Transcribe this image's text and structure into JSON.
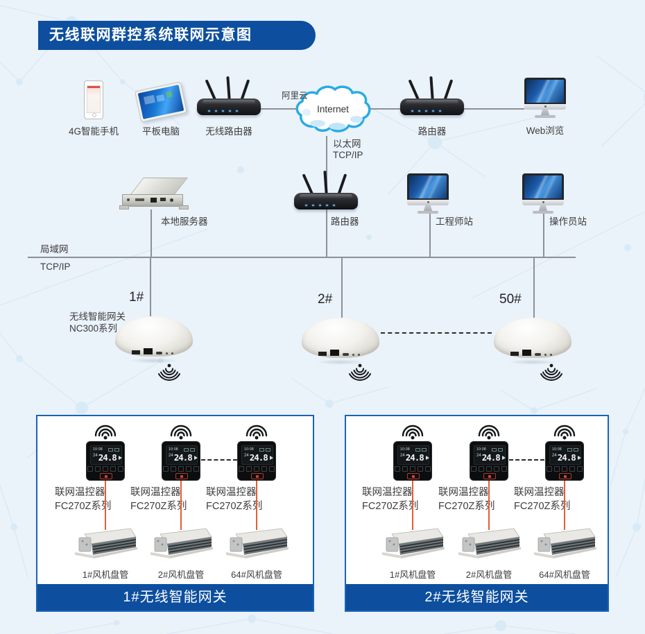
{
  "title": "无线联网群控系统联网示意图",
  "top": {
    "phone": "4G智能手机",
    "tablet": "平板电脑",
    "wireless_router": "无线路由器",
    "cloud_vendor": "阿里云",
    "cloud": "Internet",
    "router": "路由器",
    "web": "Web浏览"
  },
  "ethernet": {
    "line1": "以太网",
    "line2": "TCP/IP"
  },
  "mid": {
    "server": "本地服务器",
    "router": "路由器",
    "engineer": "工程师站",
    "operator": "操作员站"
  },
  "lan": {
    "line1": "局域网",
    "line2": "TCP/IP"
  },
  "gateways": {
    "name_line1": "无线智能网关",
    "name_line2": "NC300系列",
    "items": [
      {
        "num": "1#"
      },
      {
        "num": "2#"
      },
      {
        "num": "50#"
      }
    ]
  },
  "thermostat": {
    "temp": "24.8",
    "setpoint": "24",
    "time": "10:08"
  },
  "controller_label": {
    "line1": "联网温控器",
    "line2": "FC270Z系列"
  },
  "boxes": [
    {
      "banner": "1#无线智能网关",
      "fancoils": [
        "1#风机盘管",
        "2#风机盘管",
        "64#风机盘管"
      ]
    },
    {
      "banner": "2#无线智能网关",
      "fancoils": [
        "1#风机盘管",
        "2#风机盘管",
        "64#风机盘管"
      ]
    }
  ],
  "colors": {
    "banner_blue": "#0d4f9e",
    "box_border_blue": "#1b63b5",
    "accent_red": "#e65c33",
    "cloud_blue": "#29abe2",
    "line_gray": "#8b9196",
    "background": "#eaf2fa"
  }
}
